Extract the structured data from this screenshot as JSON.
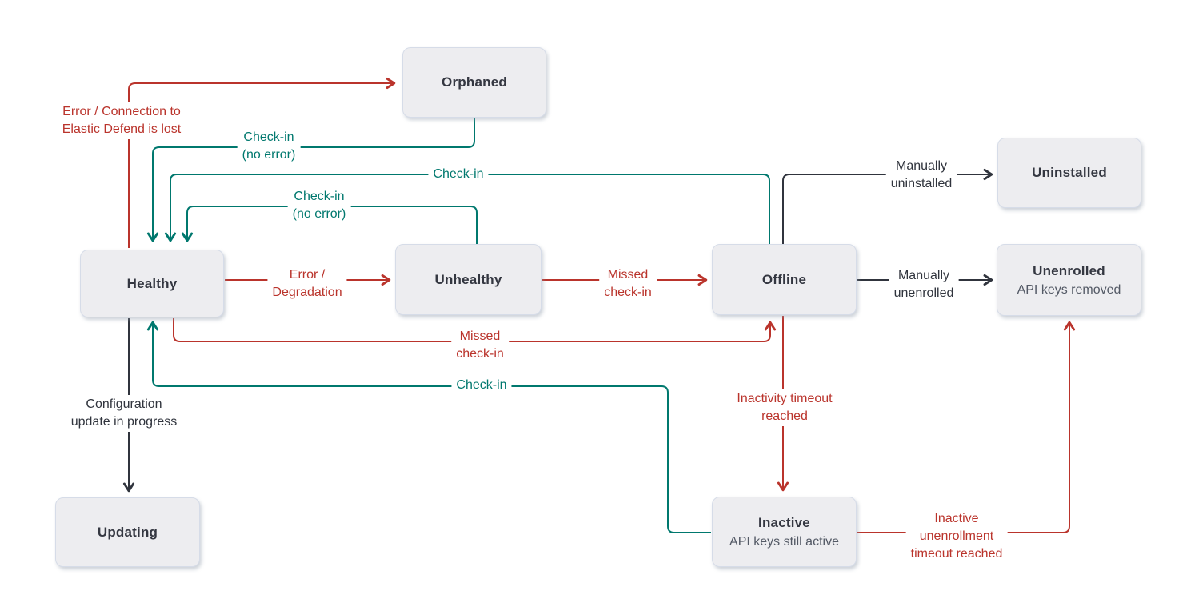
{
  "colors": {
    "red": "#ba342c",
    "teal": "#00786e",
    "dark": "#30343d",
    "node_fill": "#ededf0",
    "node_border": "#d6dce8",
    "node_title": "#343741",
    "node_subtitle": "#545a66"
  },
  "nodes": {
    "orphaned": {
      "label": "Orphaned",
      "subtitle": ""
    },
    "uninstalled": {
      "label": "Uninstalled",
      "subtitle": ""
    },
    "unenrolled": {
      "label": "Unenrolled",
      "subtitle": "API keys removed"
    },
    "healthy": {
      "label": "Healthy",
      "subtitle": ""
    },
    "unhealthy": {
      "label": "Unhealthy",
      "subtitle": ""
    },
    "offline": {
      "label": "Offline",
      "subtitle": ""
    },
    "updating": {
      "label": "Updating",
      "subtitle": ""
    },
    "inactive": {
      "label": "Inactive",
      "subtitle": "API keys still active"
    }
  },
  "edges": {
    "healthy_orphaned": {
      "label": "Error / Connection to\nElastic Defend is lost",
      "color": "red"
    },
    "orphaned_healthy": {
      "label": "Check-in\n(no error)",
      "color": "teal"
    },
    "offline_healthy": {
      "label": "Check-in",
      "color": "teal"
    },
    "unhealthy_healthy": {
      "label": "Check-in\n(no error)",
      "color": "teal"
    },
    "healthy_unhealthy": {
      "label": "Error /\nDegradation",
      "color": "red"
    },
    "unhealthy_offline": {
      "label": "Missed\ncheck-in",
      "color": "red"
    },
    "offline_uninstalled": {
      "label": "Manually\nuninstalled",
      "color": "dark"
    },
    "offline_unenrolled": {
      "label": "Manually\nunenrolled",
      "color": "dark"
    },
    "healthy_offline": {
      "label": "Missed\ncheck-in",
      "color": "red"
    },
    "inactive_healthy": {
      "label": "Check-in",
      "color": "teal"
    },
    "healthy_updating": {
      "label": "Configuration\nupdate in progress",
      "color": "dark"
    },
    "offline_inactive": {
      "label": "Inactivity timeout\nreached",
      "color": "red"
    },
    "inactive_unenrolled": {
      "label": "Inactive\nunenrollment\ntimeout reached",
      "color": "red"
    }
  }
}
